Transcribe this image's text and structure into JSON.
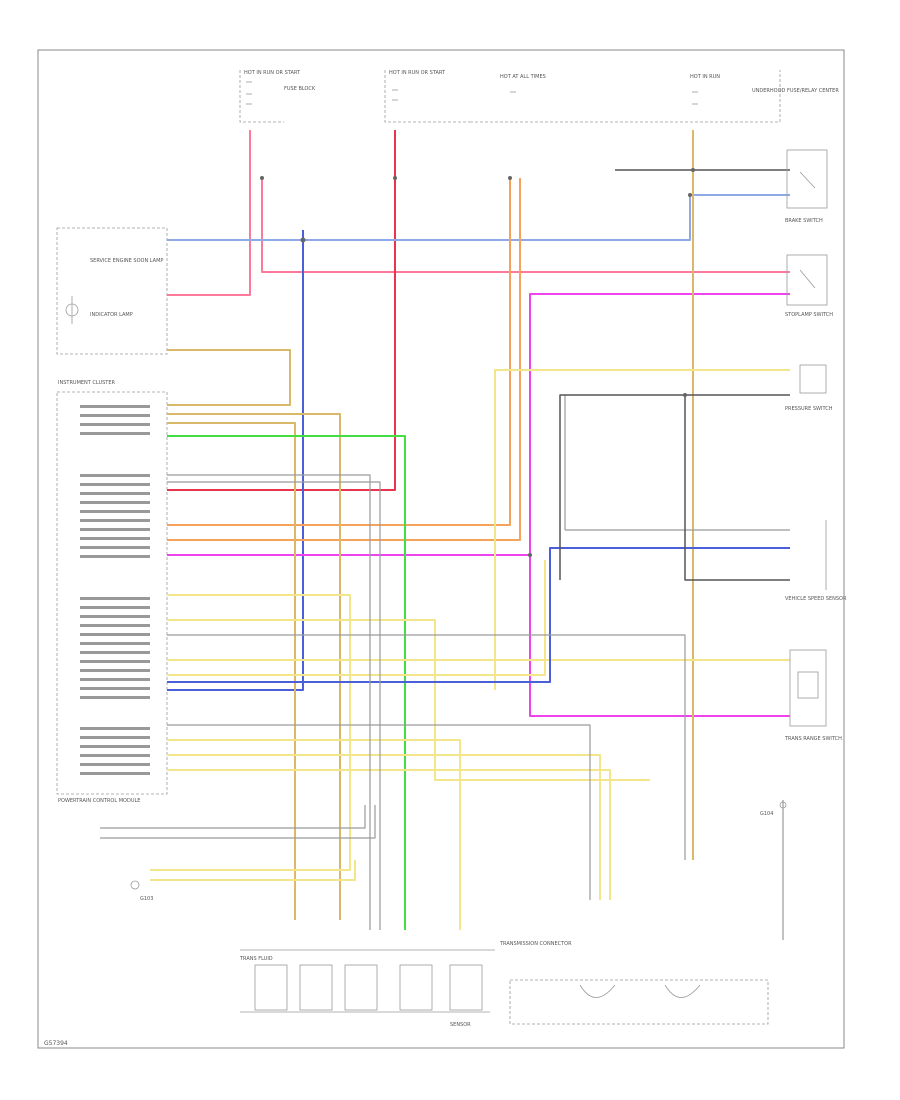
{
  "diagram": {
    "footer_code": "G57394",
    "colors": {
      "pink": "#ff7a9a",
      "red": "#e8344c",
      "blue": "#4a5fd8",
      "lightblue": "#8fa8e8",
      "magenta": "#ee44ee",
      "orange": "#f5a25a",
      "tan": "#d9b86a",
      "yellow": "#f3e68a",
      "green": "#44dd44",
      "gray": "#9a9a9a",
      "dark": "#555555"
    },
    "labels": {
      "fuse_block_left": "HOT IN RUN OR START",
      "fuse_block_mid": "HOT IN RUN OR START",
      "fuse_block_right": "HOT AT ALL TIMES",
      "hot_in_run": "HOT IN RUN",
      "underhood_relay": "UNDERHOOD FUSE/RELAY CENTER",
      "fuse_block_left_detail": "FUSE BLOCK",
      "instrument_cluster": "INSTRUMENT CLUSTER",
      "service_lamp": "SERVICE ENGINE SOON LAMP",
      "indicator_lamp": "INDICATOR LAMP",
      "brake_switch": "BRAKE SWITCH",
      "stoplamp_switch": "STOPLAMP SWITCH",
      "pressure_switch": "PRESSURE SWITCH",
      "module_label": "POWERTRAIN CONTROL MODULE",
      "range_switch": "TRANS RANGE SWITCH",
      "vss": "VEHICLE SPEED SENSOR",
      "transmission": "TRANS FLUID",
      "connector": "TRANSMISSION CONNECTOR",
      "sensor": "SENSOR",
      "ground_left": "G103",
      "ground_right": "G104"
    }
  }
}
